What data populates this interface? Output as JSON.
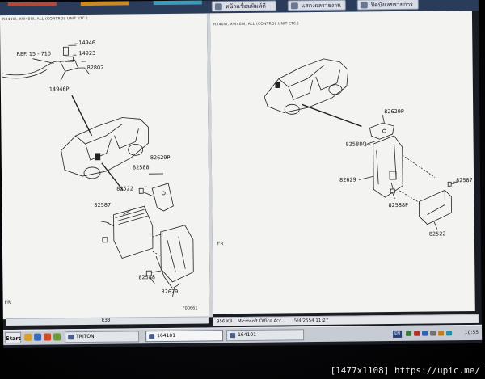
{
  "toolbar": {
    "buttons": [
      "หน้าเเชื่อมพิมพ์ดี",
      "แสดงผลรายงาน",
      "ปิดบังเลขรายการ"
    ]
  },
  "left_pane": {
    "header": "RX40W, XW40W, ALL (CONTROL UNIT ETC.)",
    "labels": {
      "ref": "REF. 15 - 710",
      "l14946": "14946",
      "l14923": "14923",
      "l82802": "82802",
      "l14946p": "14946P",
      "l82629p": "82629P",
      "l82588_top": "82588",
      "l82522": "82522",
      "l82587": "82587",
      "l82588_bottom": "82588",
      "l82629": "82629"
    },
    "fr": "FR",
    "fig_code": "F00661"
  },
  "right_pane": {
    "header": "RX40W, XW40W, ALL (CONTROL UNIT ETC.)",
    "labels": {
      "l82629p": "82629P",
      "l82588q": "82588Q",
      "l82629": "82629",
      "l82587": "82587",
      "l82588p": "82588P",
      "l82522": "82522"
    },
    "fr": "FR"
  },
  "left_scroll": {
    "field": "E33"
  },
  "statusbar": {
    "size": "956 KB",
    "app": "Microsoft Office Acc...",
    "datetime": "5/4/2554 11:27"
  },
  "taskbar": {
    "start_label": "Start",
    "tasks": [
      "TRITON",
      "164101",
      "164101"
    ],
    "lang": "EN",
    "clock": "10:55"
  },
  "watermark": "[1477x1108] https://upic.me/",
  "colors": {
    "taskbar": "#c7cbd3",
    "paper": "#f3f4f1",
    "titlebar": "#2b3c5a"
  }
}
